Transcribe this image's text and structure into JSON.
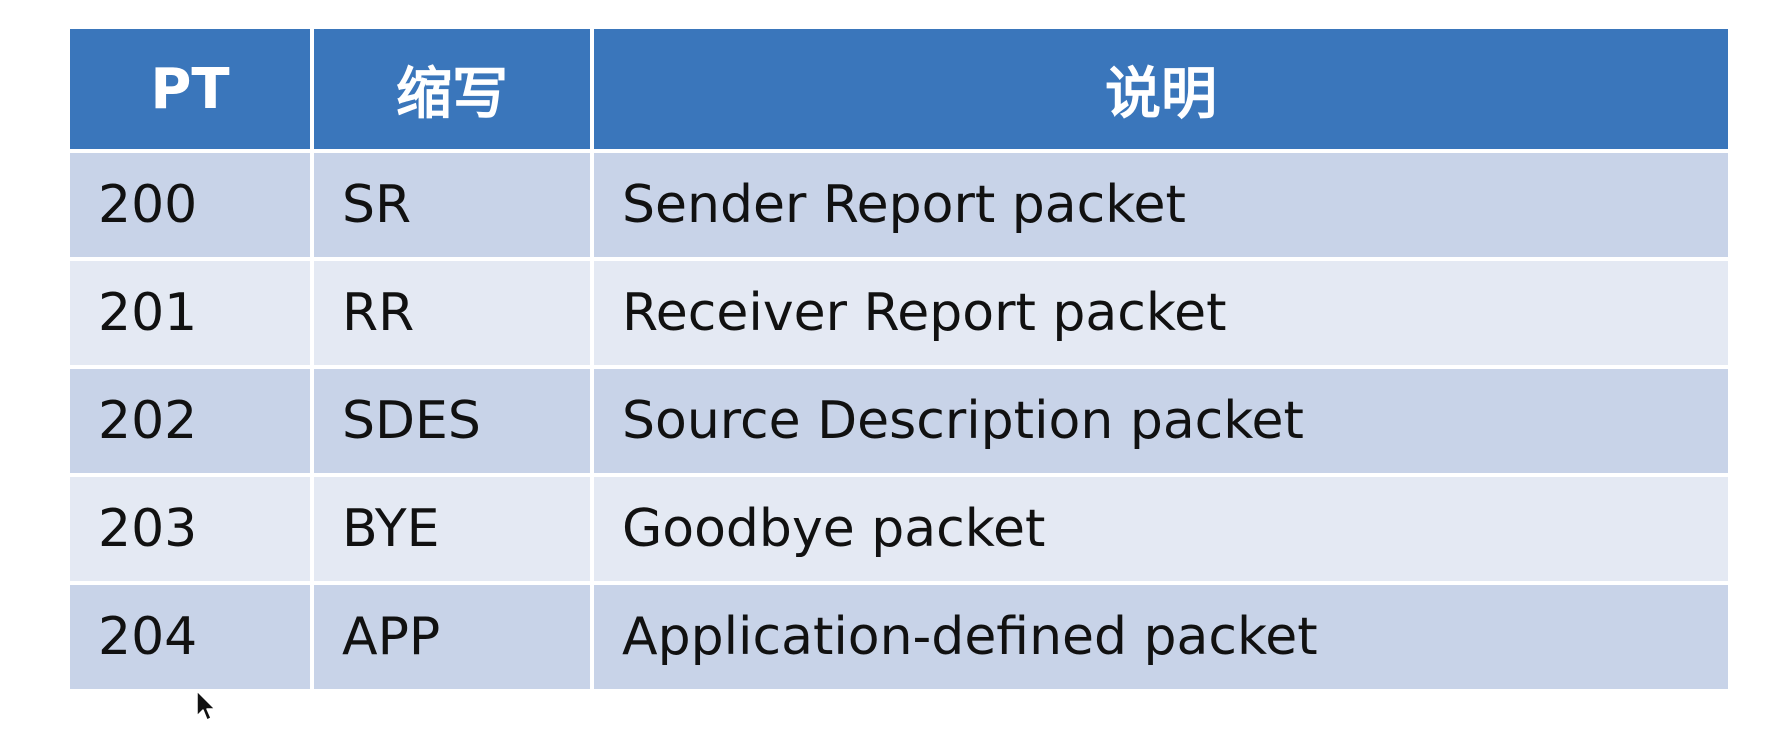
{
  "table": {
    "headers": [
      "PT",
      "缩写",
      "说明"
    ],
    "rows": [
      [
        "200",
        "SR",
        "Sender Report packet"
      ],
      [
        "201",
        "RR",
        "Receiver Report packet"
      ],
      [
        "202",
        "SDES",
        "Source Description packet"
      ],
      [
        "203",
        "BYE",
        "Goodbye packet"
      ],
      [
        "204",
        "APP",
        "Application-defined packet"
      ]
    ]
  },
  "colors": {
    "header_bg": "#3a76bb",
    "row_odd_bg": "#c8d3e8",
    "row_even_bg": "#e4e9f3"
  },
  "icons": {
    "cursor": "mouse-pointer-icon"
  }
}
